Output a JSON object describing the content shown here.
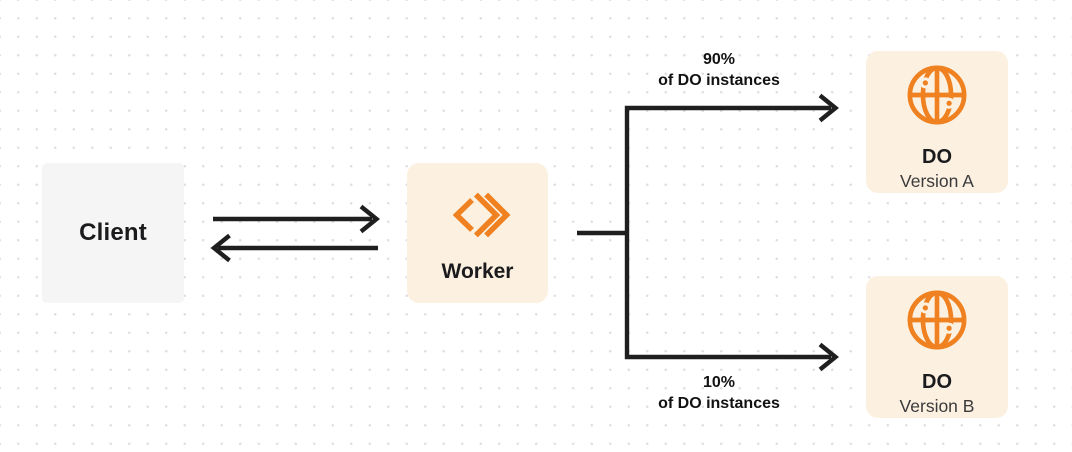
{
  "diagram": {
    "client": {
      "label": "Client"
    },
    "worker": {
      "label": "Worker"
    },
    "do_version_a": {
      "title": "DO",
      "subtitle": "Version A"
    },
    "do_version_b": {
      "title": "DO",
      "subtitle": "Version B"
    },
    "edge_to_version_a": {
      "percent": "90%",
      "caption": "of DO instances"
    },
    "edge_to_version_b": {
      "percent": "10%",
      "caption": "of DO instances"
    },
    "icons": {
      "worker": "workers-chevrons-icon",
      "durable_object": "globe-icon"
    },
    "colors": {
      "accent_orange": "#EF8121",
      "card_cream": "#FCF1E1",
      "card_gray": "#F5F5F6",
      "line_dark": "#1F1F1F",
      "subtitle_gray": "#3A3A3C",
      "grid_dot": "#DFDFE4"
    }
  }
}
